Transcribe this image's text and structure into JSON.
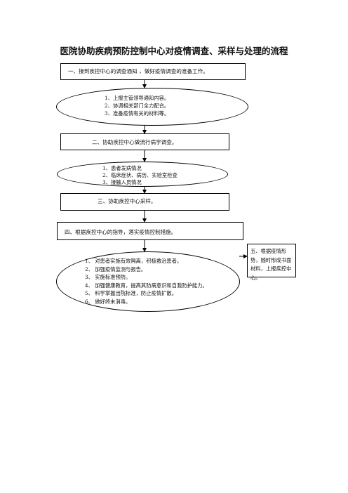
{
  "title": "医院协助疾病预防控制中心对疫情调查、采样与处理的流程",
  "step1": "一、接到疾控中心的调查通知 ，做好疫情调查的准备工作。",
  "ellipse1": [
    "1、上报主管领导通知内容。",
    "2、协调相关部门全力配合。",
    "3、准备疫情有关的材料等。"
  ],
  "step2": "二、协助疾控中心做流行病学调查。",
  "ellipse2": [
    "1、患者发病情况",
    "2、临床症状、病历、实验室检查",
    "3、接触人员情况"
  ],
  "step3": "三、协助疾控中心采样。",
  "step4": "四、根据疾控中心的指导，落实疫情控制措施。",
  "ellipse3": [
    "1、  对患者实施有效隔离，积极救治患者。",
    "2、  加强疫情监测与报告。",
    "3、  实施标准预防。",
    "4、  加强健康教育，提高其防病意识和自我防护能力。",
    "5、  科学掌握出院标准，防止疫情扩散。",
    "6、  做好终末消毒。"
  ],
  "step5": "五、根据疫情形势，随时形成书面材料，上报疾控中心。"
}
